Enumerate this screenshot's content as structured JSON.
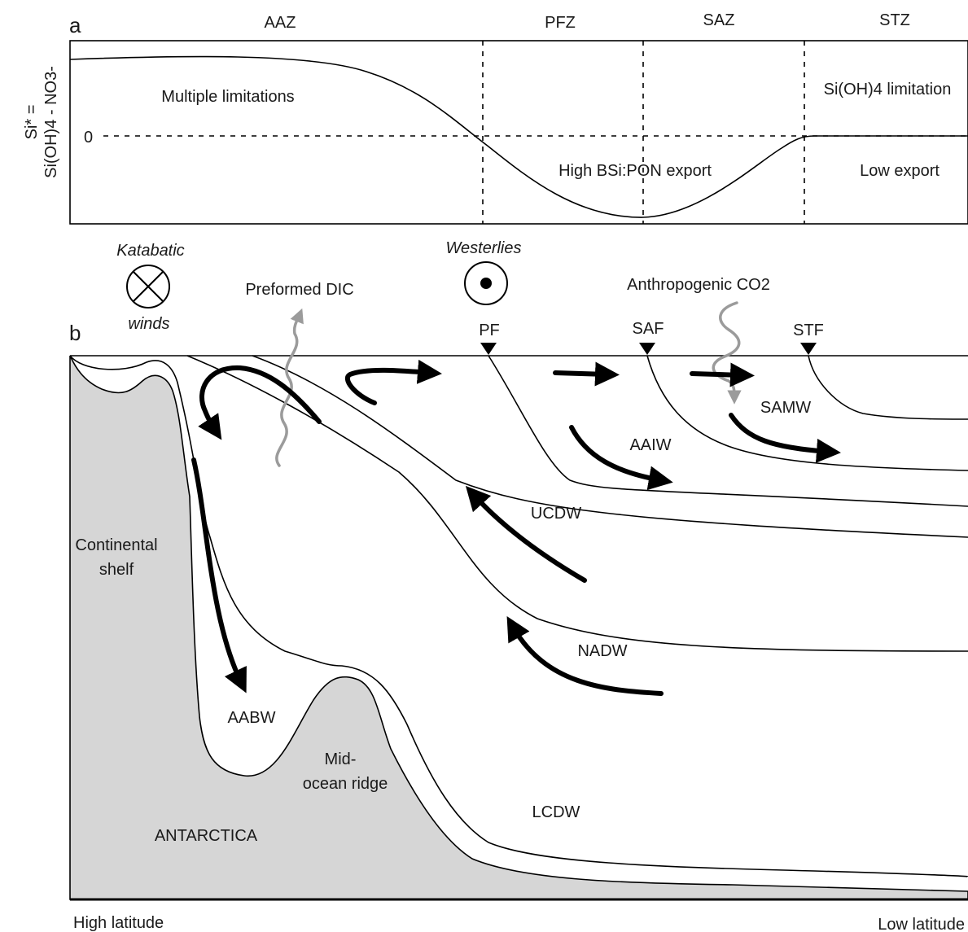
{
  "panel_a": {
    "letter": "a",
    "zones": [
      "AAZ",
      "PFZ",
      "SAZ",
      "STZ"
    ],
    "y_axis_line1": "Si* =",
    "y_axis_line2": "Si(OH)4 - NO3-",
    "zero_label": "0",
    "multiple_limitations": "Multiple limitations",
    "si_limitation": "Si(OH)4 limitation",
    "high_export": "High BSi:PON export",
    "low_export": "Low export"
  },
  "panel_b": {
    "letter": "b",
    "katabatic": "Katabatic",
    "winds": "winds",
    "westerlies": "Westerlies",
    "preformed_dic": "Preformed DIC",
    "anthropogenic_co2": "Anthropogenic CO2",
    "fronts": {
      "pf": "PF",
      "saf": "SAF",
      "stf": "STF"
    },
    "water_masses": {
      "samw": "SAMW",
      "aaiw": "AAIW",
      "ucdw": "UCDW",
      "nadw": "NADW",
      "aabw": "AABW",
      "lcdw": "LCDW"
    },
    "continental_shelf_1": "Continental",
    "continental_shelf_2": "shelf",
    "ridge_1": "Mid-",
    "ridge_2": "ocean ridge",
    "antarctica": "ANTARCTICA",
    "high_latitude": "High latitude",
    "low_latitude": "Low latitude"
  },
  "colors": {
    "land": "#d6d6d6",
    "ink": "#000000",
    "flux_arrow": "#9b9b9b"
  }
}
